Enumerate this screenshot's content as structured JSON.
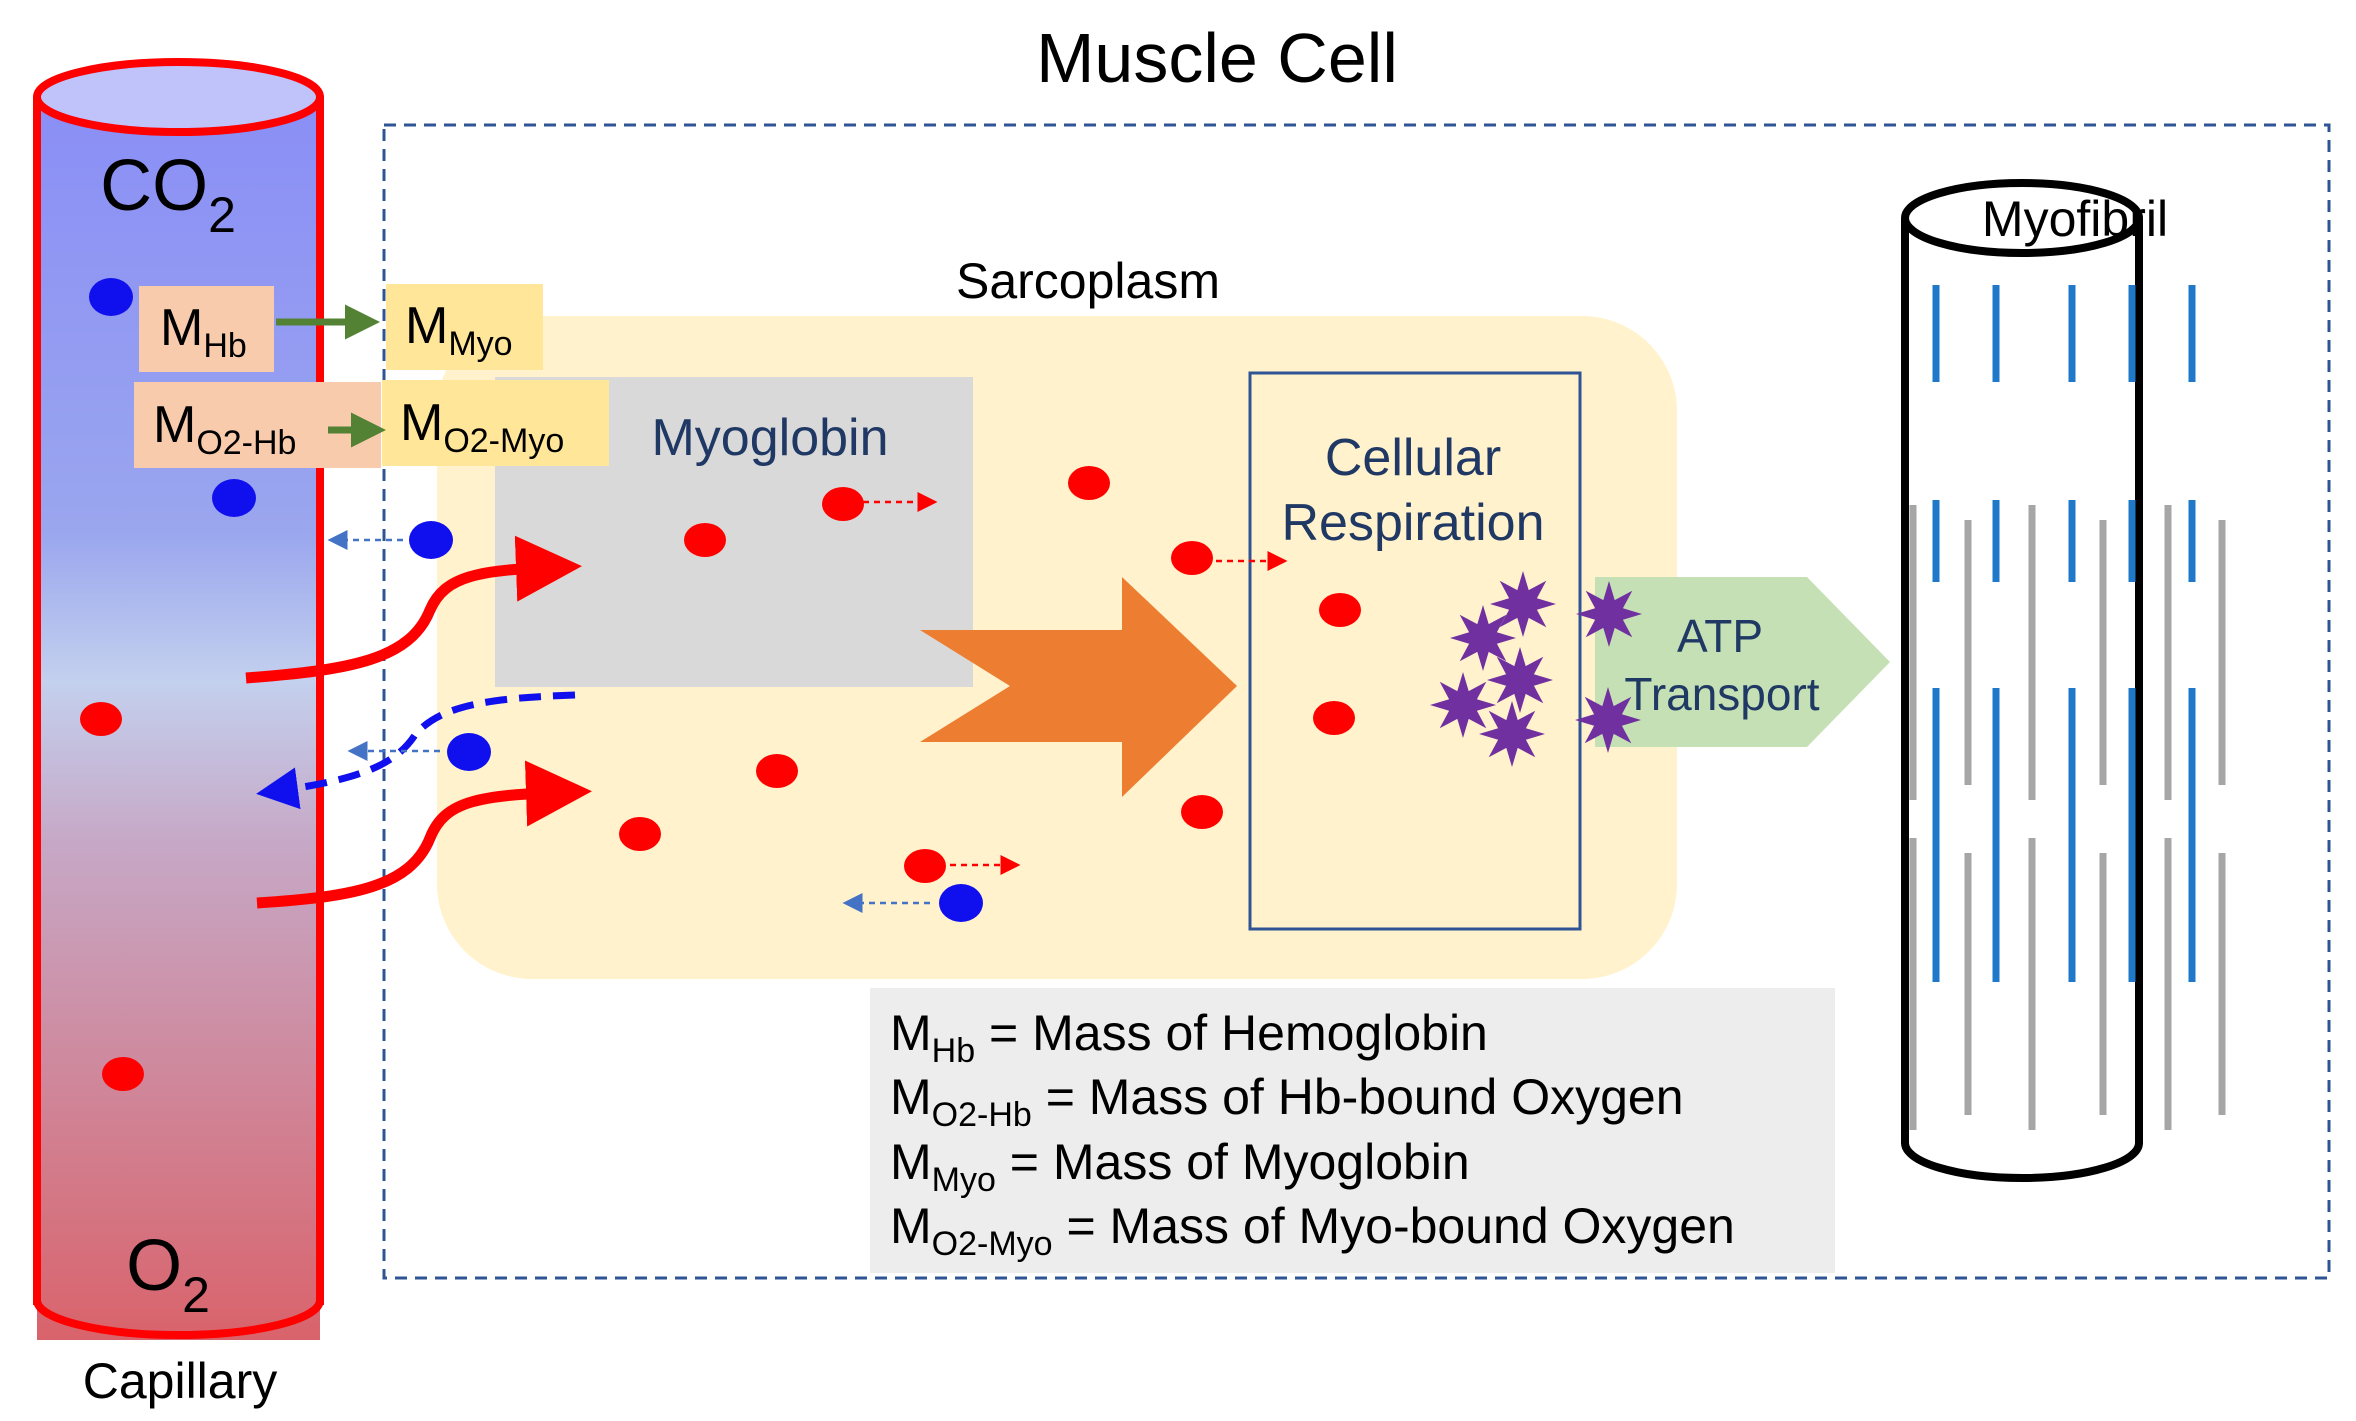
{
  "title": "Muscle Cell",
  "capillary": {
    "label": "Capillary",
    "co2": {
      "main": "CO",
      "sub": "2"
    },
    "o2": {
      "main": "O",
      "sub": "2"
    }
  },
  "sarcoplasm": {
    "label": "Sarcoplasm"
  },
  "myoglobin": {
    "label": "Myoglobin"
  },
  "respiration": {
    "line1": "Cellular",
    "line2": "Respiration"
  },
  "atp": {
    "line1": "ATP",
    "line2": "Transport"
  },
  "myofibril": {
    "label": "Myofibril"
  },
  "boxes": {
    "m_hb": {
      "main": "M",
      "sub": "Hb"
    },
    "m_myo": {
      "main": "M",
      "sub": "Myo"
    },
    "m_o2hb": {
      "main": "M",
      "sub": "O2-Hb"
    },
    "m_o2myo": {
      "main": "M",
      "sub": "O2-Myo"
    }
  },
  "legend": [
    {
      "main": "M",
      "sub": "Hb",
      "text": " = Mass of Hemoglobin"
    },
    {
      "main": "M",
      "sub": "O2-Hb",
      "text": " = Mass of Hb-bound Oxygen"
    },
    {
      "main": "M",
      "sub": "Myo",
      "text": " = Mass of Myoglobin"
    },
    {
      "main": "M",
      "sub": "O2-Myo",
      "text": " = Mass of Myo-bound Oxygen"
    }
  ],
  "colors": {
    "oxygen": "#ff0000",
    "co2": "#1010ee",
    "arrow_main": "#ed7d31",
    "atp_bg": "#c5e0b4",
    "sarcoplasm_bg": "#fff2cc",
    "myoglobin_bg": "#d9d9d9",
    "hb_box": "#f8cbad",
    "myo_box": "#ffe699",
    "star": "#7030a0",
    "myofibril_blue": "#1f78c8",
    "myofibril_gray": "#a6a6a6"
  }
}
